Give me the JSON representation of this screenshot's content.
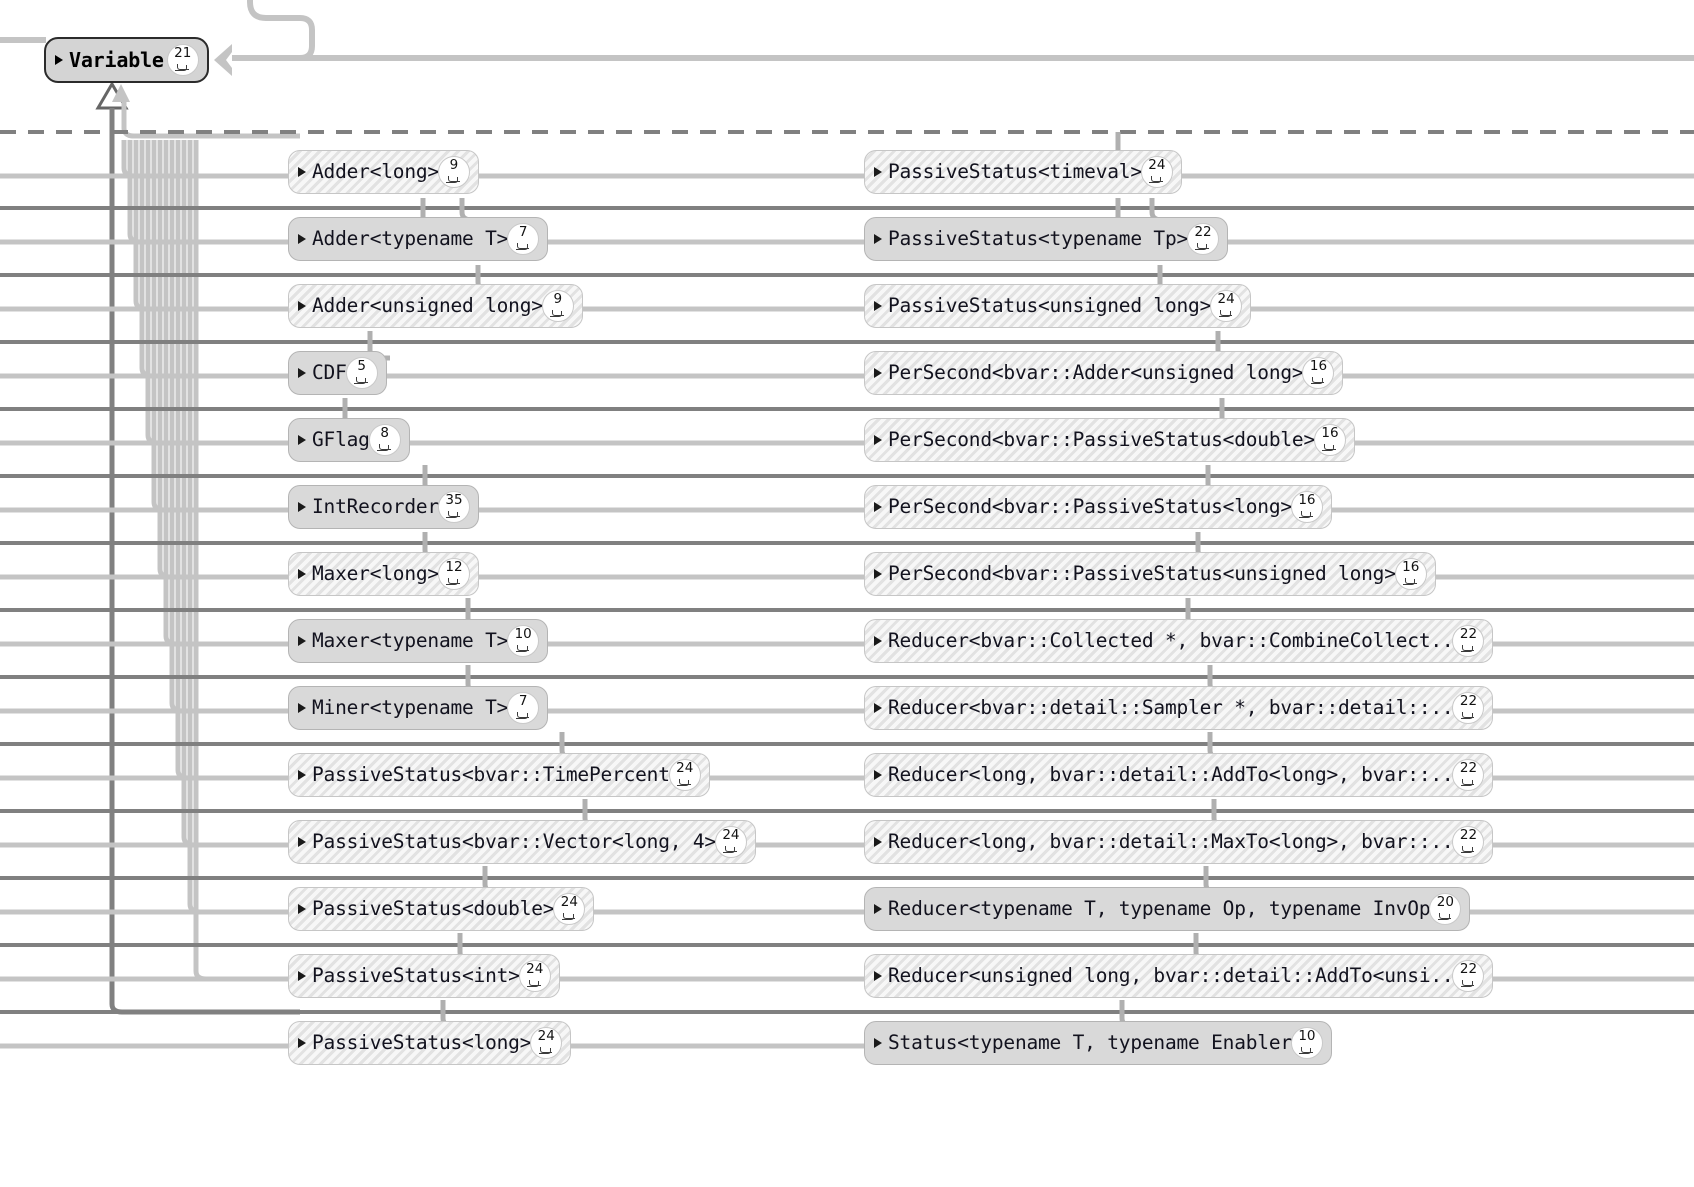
{
  "graph": {
    "kind": "inheritance-graph",
    "root": {
      "label": "Variable",
      "count": "21",
      "style": "solid-root"
    },
    "nodes": [
      {
        "label": "Adder<long>",
        "count": "9",
        "style": "hatched",
        "column": "left",
        "row": 1
      },
      {
        "label": "Adder<typename T>",
        "count": "7",
        "style": "solid",
        "column": "left",
        "row": 2
      },
      {
        "label": "Adder<unsigned long>",
        "count": "9",
        "style": "hatched",
        "column": "left",
        "row": 3
      },
      {
        "label": "CDF",
        "count": "5",
        "style": "solid",
        "column": "left",
        "row": 4
      },
      {
        "label": "GFlag",
        "count": "8",
        "style": "solid",
        "column": "left",
        "row": 5
      },
      {
        "label": "IntRecorder",
        "count": "35",
        "style": "solid",
        "column": "left",
        "row": 6
      },
      {
        "label": "Maxer<long>",
        "count": "12",
        "style": "hatched",
        "column": "left",
        "row": 7
      },
      {
        "label": "Maxer<typename T>",
        "count": "10",
        "style": "solid",
        "column": "left",
        "row": 8
      },
      {
        "label": "Miner<typename T>",
        "count": "7",
        "style": "solid",
        "column": "left",
        "row": 9
      },
      {
        "label": "PassiveStatus<bvar::TimePercent",
        "count": "24",
        "style": "hatched",
        "column": "left",
        "row": 10
      },
      {
        "label": "PassiveStatus<bvar::Vector<long, 4>",
        "count": "24",
        "style": "hatched",
        "column": "left",
        "row": 11
      },
      {
        "label": "PassiveStatus<double>",
        "count": "24",
        "style": "hatched",
        "column": "left",
        "row": 12
      },
      {
        "label": "PassiveStatus<int>",
        "count": "24",
        "style": "hatched",
        "column": "left",
        "row": 13
      },
      {
        "label": "PassiveStatus<long>",
        "count": "24",
        "style": "hatched",
        "column": "left",
        "row": 14
      },
      {
        "label": "PassiveStatus<timeval>",
        "count": "24",
        "style": "hatched",
        "column": "right",
        "row": 1
      },
      {
        "label": "PassiveStatus<typename Tp>",
        "count": "22",
        "style": "solid",
        "column": "right",
        "row": 2
      },
      {
        "label": "PassiveStatus<unsigned long>",
        "count": "24",
        "style": "hatched",
        "column": "right",
        "row": 3
      },
      {
        "label": "PerSecond<bvar::Adder<unsigned long>",
        "count": "16",
        "style": "hatched",
        "column": "right",
        "row": 4
      },
      {
        "label": "PerSecond<bvar::PassiveStatus<double>",
        "count": "16",
        "style": "hatched",
        "column": "right",
        "row": 5
      },
      {
        "label": "PerSecond<bvar::PassiveStatus<long>",
        "count": "16",
        "style": "hatched",
        "column": "right",
        "row": 6
      },
      {
        "label": "PerSecond<bvar::PassiveStatus<unsigned long>",
        "count": "16",
        "style": "hatched",
        "column": "right",
        "row": 7
      },
      {
        "label": "Reducer<bvar::Collected *, bvar::CombineCollect..",
        "count": "22",
        "style": "hatched",
        "column": "right",
        "row": 8
      },
      {
        "label": "Reducer<bvar::detail::Sampler *, bvar::detail::..",
        "count": "22",
        "style": "hatched",
        "column": "right",
        "row": 9
      },
      {
        "label": "Reducer<long, bvar::detail::AddTo<long>, bvar::..",
        "count": "22",
        "style": "hatched",
        "column": "right",
        "row": 10
      },
      {
        "label": "Reducer<long, bvar::detail::MaxTo<long>, bvar::..",
        "count": "22",
        "style": "hatched",
        "column": "right",
        "row": 11
      },
      {
        "label": "Reducer<typename T, typename Op, typename InvOp",
        "count": "20",
        "style": "solid",
        "column": "right",
        "row": 12
      },
      {
        "label": "Reducer<unsigned long, bvar::detail::AddTo<unsi..",
        "count": "22",
        "style": "hatched",
        "column": "right",
        "row": 13
      },
      {
        "label": "Status<typename T, typename Enabler",
        "count": "10",
        "style": "solid",
        "column": "right",
        "row": 14
      }
    ],
    "colors": {
      "node_solid_fill": "#d9d9d9",
      "node_hatched_fill": "#ededed",
      "node_border": "#b4b4b4",
      "root_border": "#2b2b2b",
      "edge_dark": "#808080",
      "edge_light": "#c4c4c4",
      "text": "#12121e",
      "badge_fill": "#ffffff",
      "background": "#ffffff"
    },
    "icons": {
      "expand_triangle": "triangle-right-icon",
      "collapse_chevron": "chevron-down-icon"
    }
  }
}
